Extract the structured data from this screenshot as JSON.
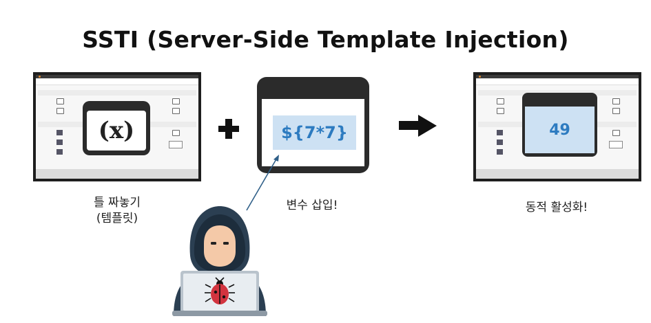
{
  "title": "SSTI (Server-Side Template Injection)",
  "template_symbol": "(x)",
  "injected_code": "${7*7}",
  "result_value": "49",
  "labels": {
    "template_line1": "틀 짜놓기",
    "template_line2": "(템플릿)",
    "inject": "변수 삽입!",
    "render": "동적 활성화!"
  },
  "colors": {
    "accent_blue": "#2d7bc0",
    "highlight_bg": "#cde1f3",
    "dark": "#2b2b2b",
    "hood": "#2b3f52"
  },
  "icons": [
    "plus-icon",
    "right-arrow-icon",
    "hacker-icon",
    "bug-icon",
    "laptop-icon"
  ]
}
